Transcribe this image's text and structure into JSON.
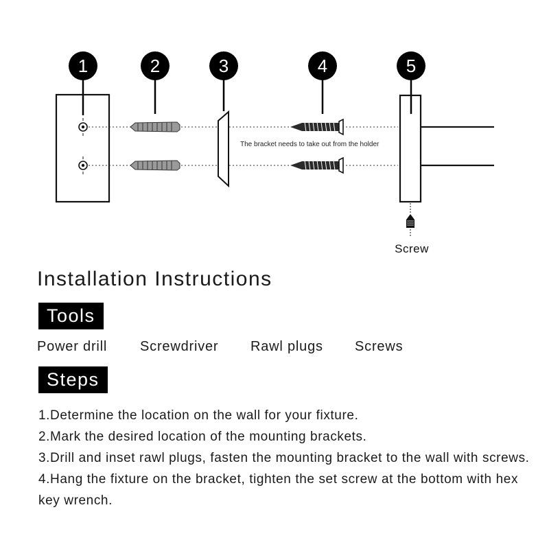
{
  "diagram": {
    "callouts": [
      "1",
      "2",
      "3",
      "4",
      "5"
    ],
    "note": "The bracket needs to take out from the holder",
    "screw_caption": "Screw"
  },
  "title": "Installation Instructions",
  "tools": {
    "label": "Tools",
    "items": [
      "Power drill",
      "Screwdriver",
      "Rawl plugs",
      "Screws"
    ]
  },
  "steps": {
    "label": "Steps",
    "items": [
      "1.Determine the location on the wall for your fixture.",
      "2.Mark the desired location of the mounting brackets.",
      "3.Drill and inset rawl plugs, fasten the mounting bracket to the wall with screws.",
      "4.Hang the fixture on the bracket, tighten the set screw at the bottom with hex key wrench."
    ]
  },
  "colors": {
    "ink": "#1a1a1a",
    "badge": "#000000",
    "parts": "#555555",
    "background": "#ffffff"
  }
}
